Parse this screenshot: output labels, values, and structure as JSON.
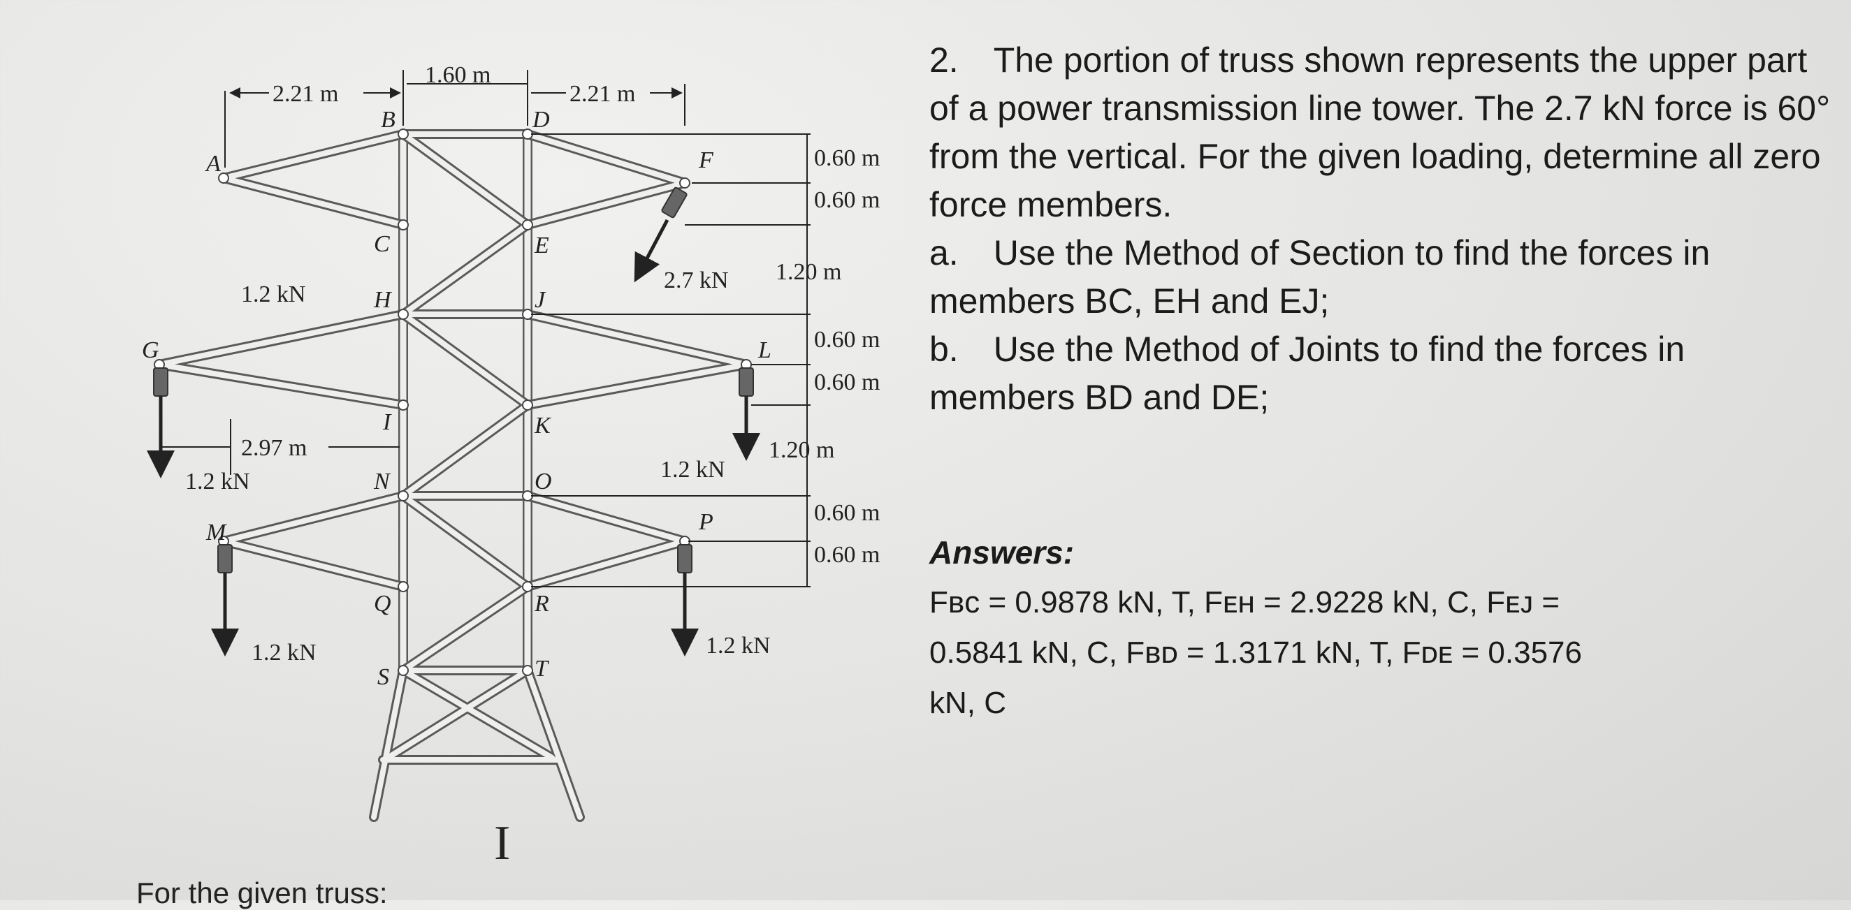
{
  "problem": {
    "p1": "2. The portion of truss shown represents the upper part of a power transmission line tower. The 2.7 kN force is 60° from the vertical. For the given loading, determine all zero force members.",
    "p2": "a. Use the Method of Section to find the forces in members BC, EH and EJ;",
    "p3": "b. Use the Method of Joints to find the forces in members BD and DE;"
  },
  "answers": {
    "heading": "Answers:",
    "line1": "Fʙᴄ = 0.9878 kN, T, Fᴇʜ = 2.9228 kN, C, Fᴇᴊ =",
    "line2": "0.5841 kN, C, Fʙᴅ = 1.3171 kN, T, Fᴅᴇ = 0.3576",
    "line3": "kN, C"
  },
  "cutoff_text": "For the given truss:",
  "diagram": {
    "dims": {
      "d1": "2.21 m",
      "d2": "1.60 m",
      "d3": "2.21 m",
      "d4": "0.60 m",
      "d5": "0.60 m",
      "d6": "1.20 m",
      "d7": "0.60 m",
      "d8": "0.60 m",
      "d9": "1.20 m",
      "d10": "0.60 m",
      "d11": "0.60 m",
      "d12": "2.97 m"
    },
    "loads": {
      "f_main": "2.7 kN",
      "l_upper": "1.2 kN",
      "l_g": "1.2 kN",
      "l_l": "1.2 kN",
      "l_m": "1.2 kN",
      "l_p": "1.2 kN"
    },
    "nodes": {
      "A": "A",
      "B": "B",
      "C": "C",
      "D": "D",
      "E": "E",
      "F": "F",
      "G": "G",
      "H": "H",
      "I": "I",
      "J": "J",
      "K": "K",
      "L": "L",
      "M": "M",
      "N": "N",
      "O": "O",
      "P": "P",
      "Q": "Q",
      "R": "R",
      "S": "S",
      "T": "T"
    }
  },
  "cursor_glyph": "I"
}
